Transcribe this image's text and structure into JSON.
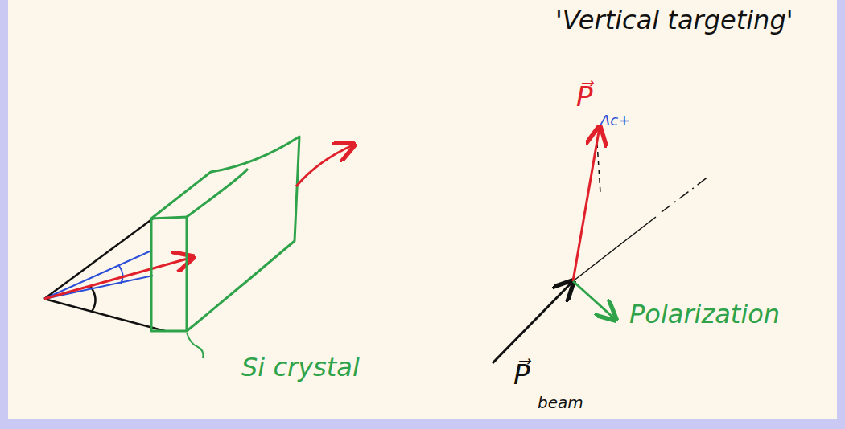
{
  "diagram": {
    "title": "'Vertical targeting'",
    "labels": [
      "P⃗",
      "Λc+",
      "Polarization",
      "P⃗",
      "beam",
      "Si crystal"
    ]
  }
}
